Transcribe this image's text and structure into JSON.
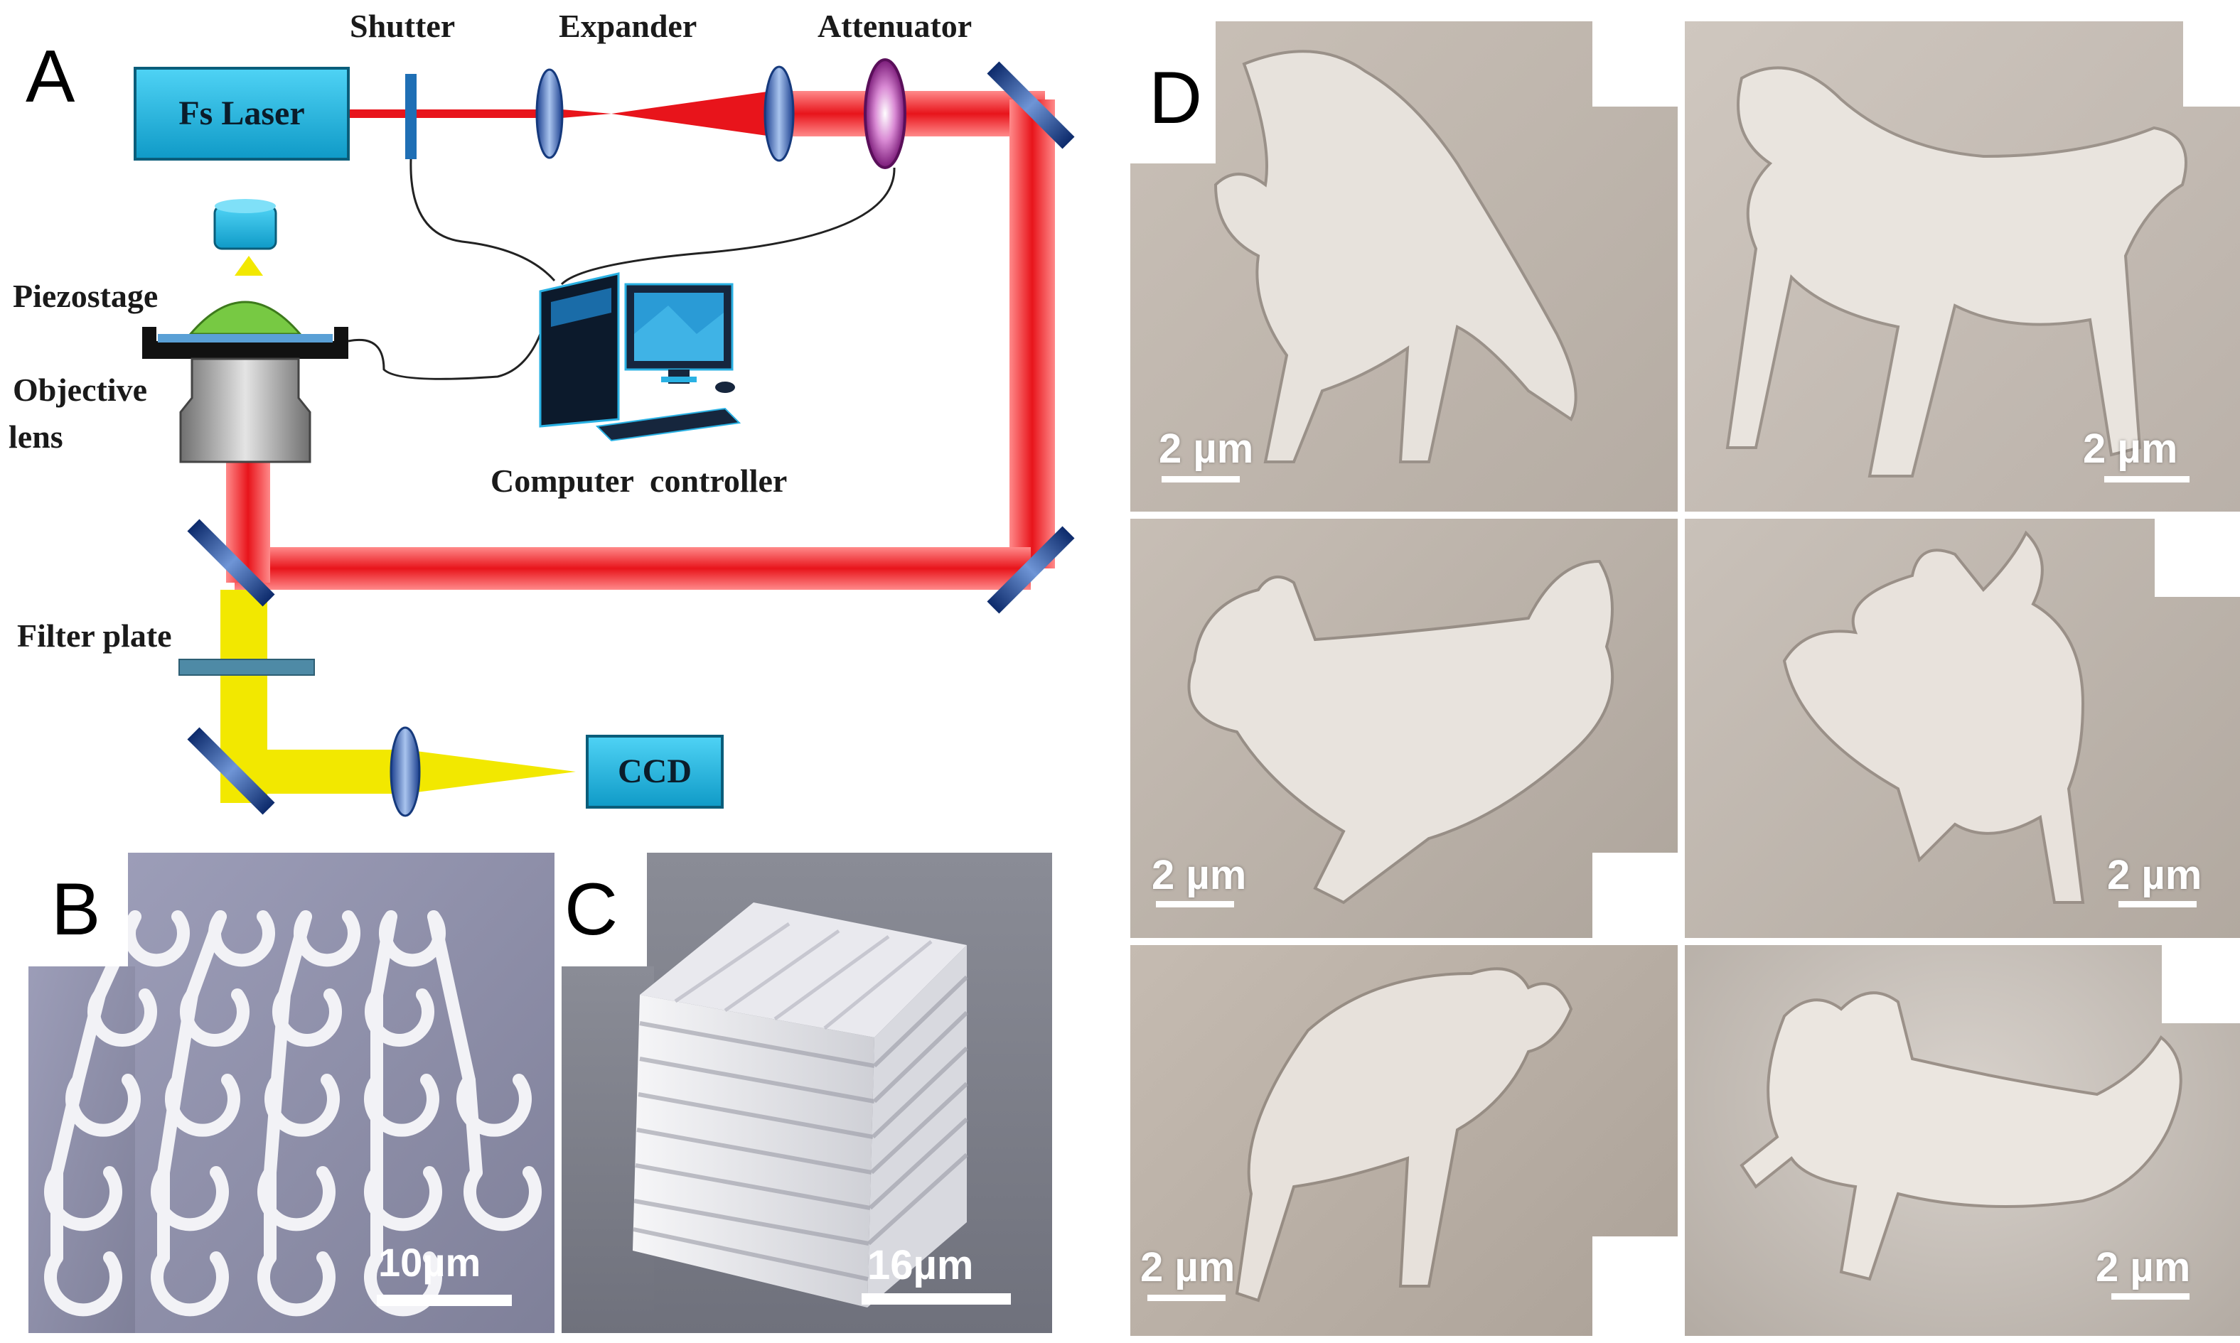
{
  "panels": {
    "a": {
      "letter": "A",
      "labels": {
        "fs_laser": "Fs Laser",
        "shutter": "Shutter",
        "expander": "Expander",
        "attenuator": "Attenuator",
        "piezostage": "Piezostage",
        "objective_line1": "Objective",
        "objective_line2": "lens",
        "computer": "Computer  controller",
        "filter": "Filter plate",
        "ccd": "CCD"
      },
      "colors": {
        "laser_beam": "#e8141b",
        "imaging_beam": "#f2e800",
        "box": "#1fb6e3",
        "mirror": "#1b3f8f"
      }
    },
    "b": {
      "letter": "B",
      "scale": "10µm"
    },
    "c": {
      "letter": "C",
      "scale": "16µm"
    },
    "d": {
      "letter": "D",
      "scales": [
        "2 µm",
        "2 µm",
        "2 µm",
        "2 µm",
        "2 µm",
        "2 µm"
      ]
    }
  }
}
